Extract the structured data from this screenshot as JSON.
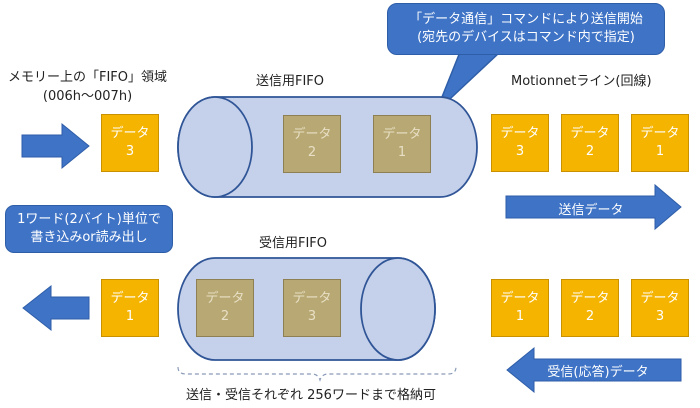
{
  "callout_top": {
    "line1": "「データ通信」コマンドにより送信開始",
    "line2": "(宛先のデバイスはコマンド内で指定)"
  },
  "memory_label": {
    "line1": "メモリー上の「FIFO」領域",
    "line2": "(006h〜007h)"
  },
  "send_fifo_label": "送信用FIFO",
  "recv_fifo_label": "受信用FIFO",
  "motionnet_label": "Motionnetライン(回線)",
  "callout_left": {
    "line1": "1ワード(2バイト)単位で",
    "line2": "書き込みor読み出し"
  },
  "send_data_label": "送信データ",
  "recv_data_label": "受信(応答)データ",
  "bottom_note": "送信・受信それぞれ 256ワードまで格納可",
  "box_word": "データ",
  "send_row": {
    "memory_box": "3",
    "fifo_boxes": [
      "2",
      "1"
    ],
    "line_boxes": [
      "3",
      "2",
      "1"
    ]
  },
  "recv_row": {
    "memory_box": "1",
    "fifo_boxes": [
      "2",
      "3"
    ],
    "line_boxes": [
      "1",
      "2",
      "3"
    ]
  },
  "colors": {
    "data_box": "#f5b400",
    "data_box_ghost": "#b8a873",
    "fifo_cylinder": "#c5d0ea",
    "arrow": "#3e73c6",
    "callout": "#3e73c6"
  }
}
